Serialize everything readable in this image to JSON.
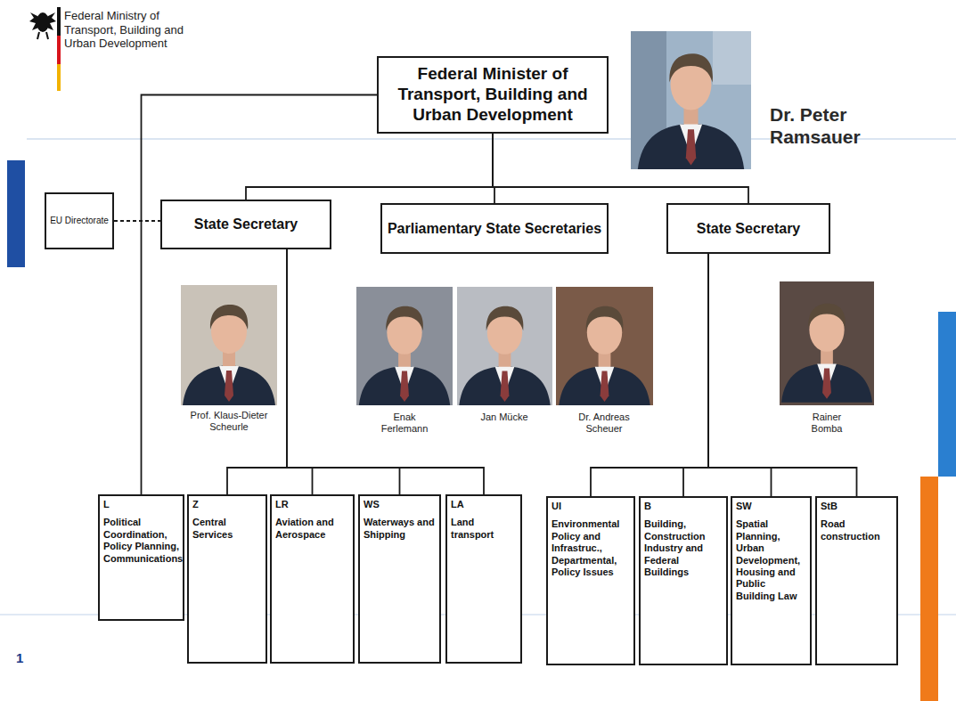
{
  "diagram": {
    "nodes": [
      {
        "text": [
          "Federal Minister of Transport, Building and Urban Development"
        ]
      },
      {
        "text": [
          "EU Directorate"
        ]
      },
      {
        "text": [
          "State Secretary"
        ]
      },
      {
        "text": [
          "Parliamentary State Secretaries"
        ]
      },
      {
        "text": [
          "State Secretary"
        ]
      },
      {
        "text": [
          "L",
          "Political Coordination, Policy Planning, Communications"
        ]
      },
      {
        "text": [
          "Z",
          "Central Services"
        ]
      },
      {
        "text": [
          "LR",
          "Aviation and Aerospace"
        ]
      },
      {
        "text": [
          "WS",
          "Waterways and Shipping"
        ]
      },
      {
        "text": [
          "LA",
          "Land transport"
        ]
      },
      {
        "text": [
          "UI",
          "Environmental Policy and Infrastruc., Departmental, Policy Issues"
        ]
      },
      {
        "text": [
          "B",
          "Building, Construction Industry and Federal Buildings"
        ]
      },
      {
        "text": [
          "SW",
          "Spatial Planning, Urban Development, Housing and Public Building Law"
        ]
      },
      {
        "text": [
          "StB",
          "Road construction"
        ]
      }
    ],
    "edges": [
      {
        "from": 0,
        "to": 5,
        "arrow": "none"
      },
      {
        "from": 0,
        "to": 2,
        "arrow": "none"
      },
      {
        "from": 0,
        "to": 3,
        "arrow": "none"
      },
      {
        "from": 0,
        "to": 4,
        "arrow": "none"
      },
      {
        "from": 1,
        "to": 2,
        "arrow": "none"
      },
      {
        "from": 2,
        "to": 6,
        "arrow": "none"
      },
      {
        "from": 2,
        "to": 7,
        "arrow": "none"
      },
      {
        "from": 2,
        "to": 8,
        "arrow": "none"
      },
      {
        "from": 2,
        "to": 9,
        "arrow": "none"
      },
      {
        "from": 4,
        "to": 10,
        "arrow": "none"
      },
      {
        "from": 4,
        "to": 11,
        "arrow": "none"
      },
      {
        "from": 4,
        "to": 12,
        "arrow": "none"
      },
      {
        "from": 4,
        "to": 13,
        "arrow": "none"
      }
    ],
    "labels": [
      "Federal Ministry of Transport, Building and Urban Development",
      "Dr. Peter Ramsauer",
      "Prof. Klaus-Dieter Scheurle",
      "Enak Ferlemann",
      "Jan Mücke",
      "Dr. Andreas Scheuer",
      "Rainer Bomba",
      "1"
    ]
  }
}
